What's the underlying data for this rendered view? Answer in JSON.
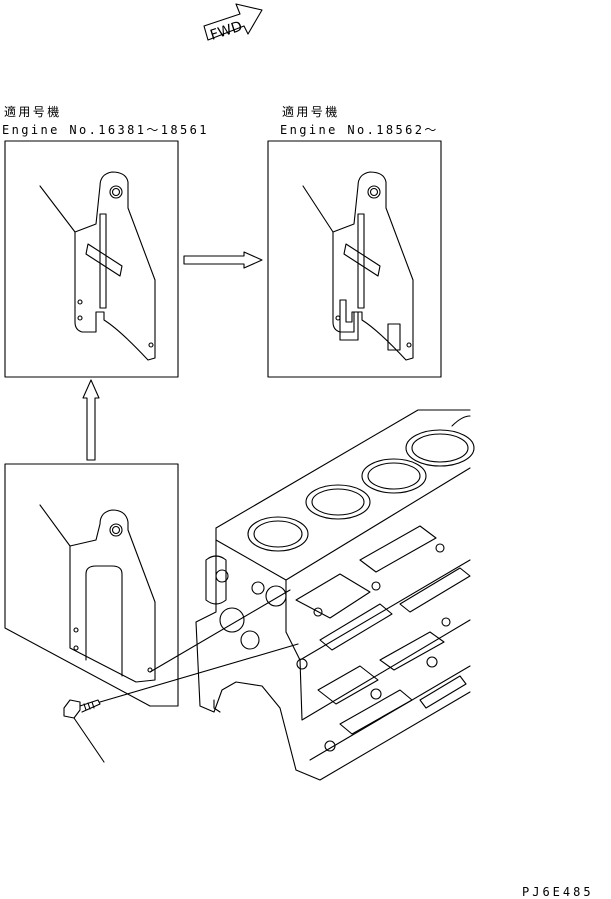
{
  "fwd_label": "FWD",
  "variants": [
    {
      "heading": "適用号機",
      "engine_range": "Engine No.16381～18561"
    },
    {
      "heading": "適用号機",
      "engine_range": "Engine No.18562～"
    }
  ],
  "figure_code": "PJ6E485"
}
